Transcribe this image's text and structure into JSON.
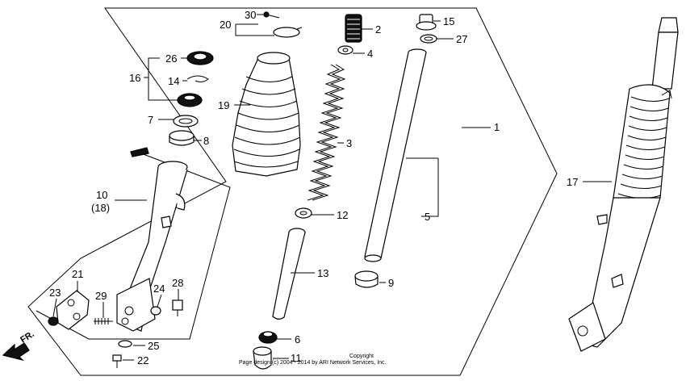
{
  "callouts": {
    "c1": "1",
    "c2": "2",
    "c3": "3",
    "c4": "4",
    "c5": "5",
    "c6": "6",
    "c7": "7",
    "c8": "8",
    "c9": "9",
    "c10": "10",
    "c10b": "(18)",
    "c11": "11",
    "c12": "12",
    "c13": "13",
    "c14": "14",
    "c15": "15",
    "c16": "16",
    "c17": "17",
    "c19": "19",
    "c20": "20",
    "c21": "21",
    "c22": "22",
    "c23": "23",
    "c24": "24",
    "c25": "25",
    "c26": "26",
    "c27": "27",
    "c28": "28",
    "c29": "29",
    "c30": "30"
  },
  "direction": "FR.",
  "copyright": {
    "line1": "Copyright",
    "line2": "Page design (c) 2004 - 2014 by ARI Network Services, Inc."
  }
}
